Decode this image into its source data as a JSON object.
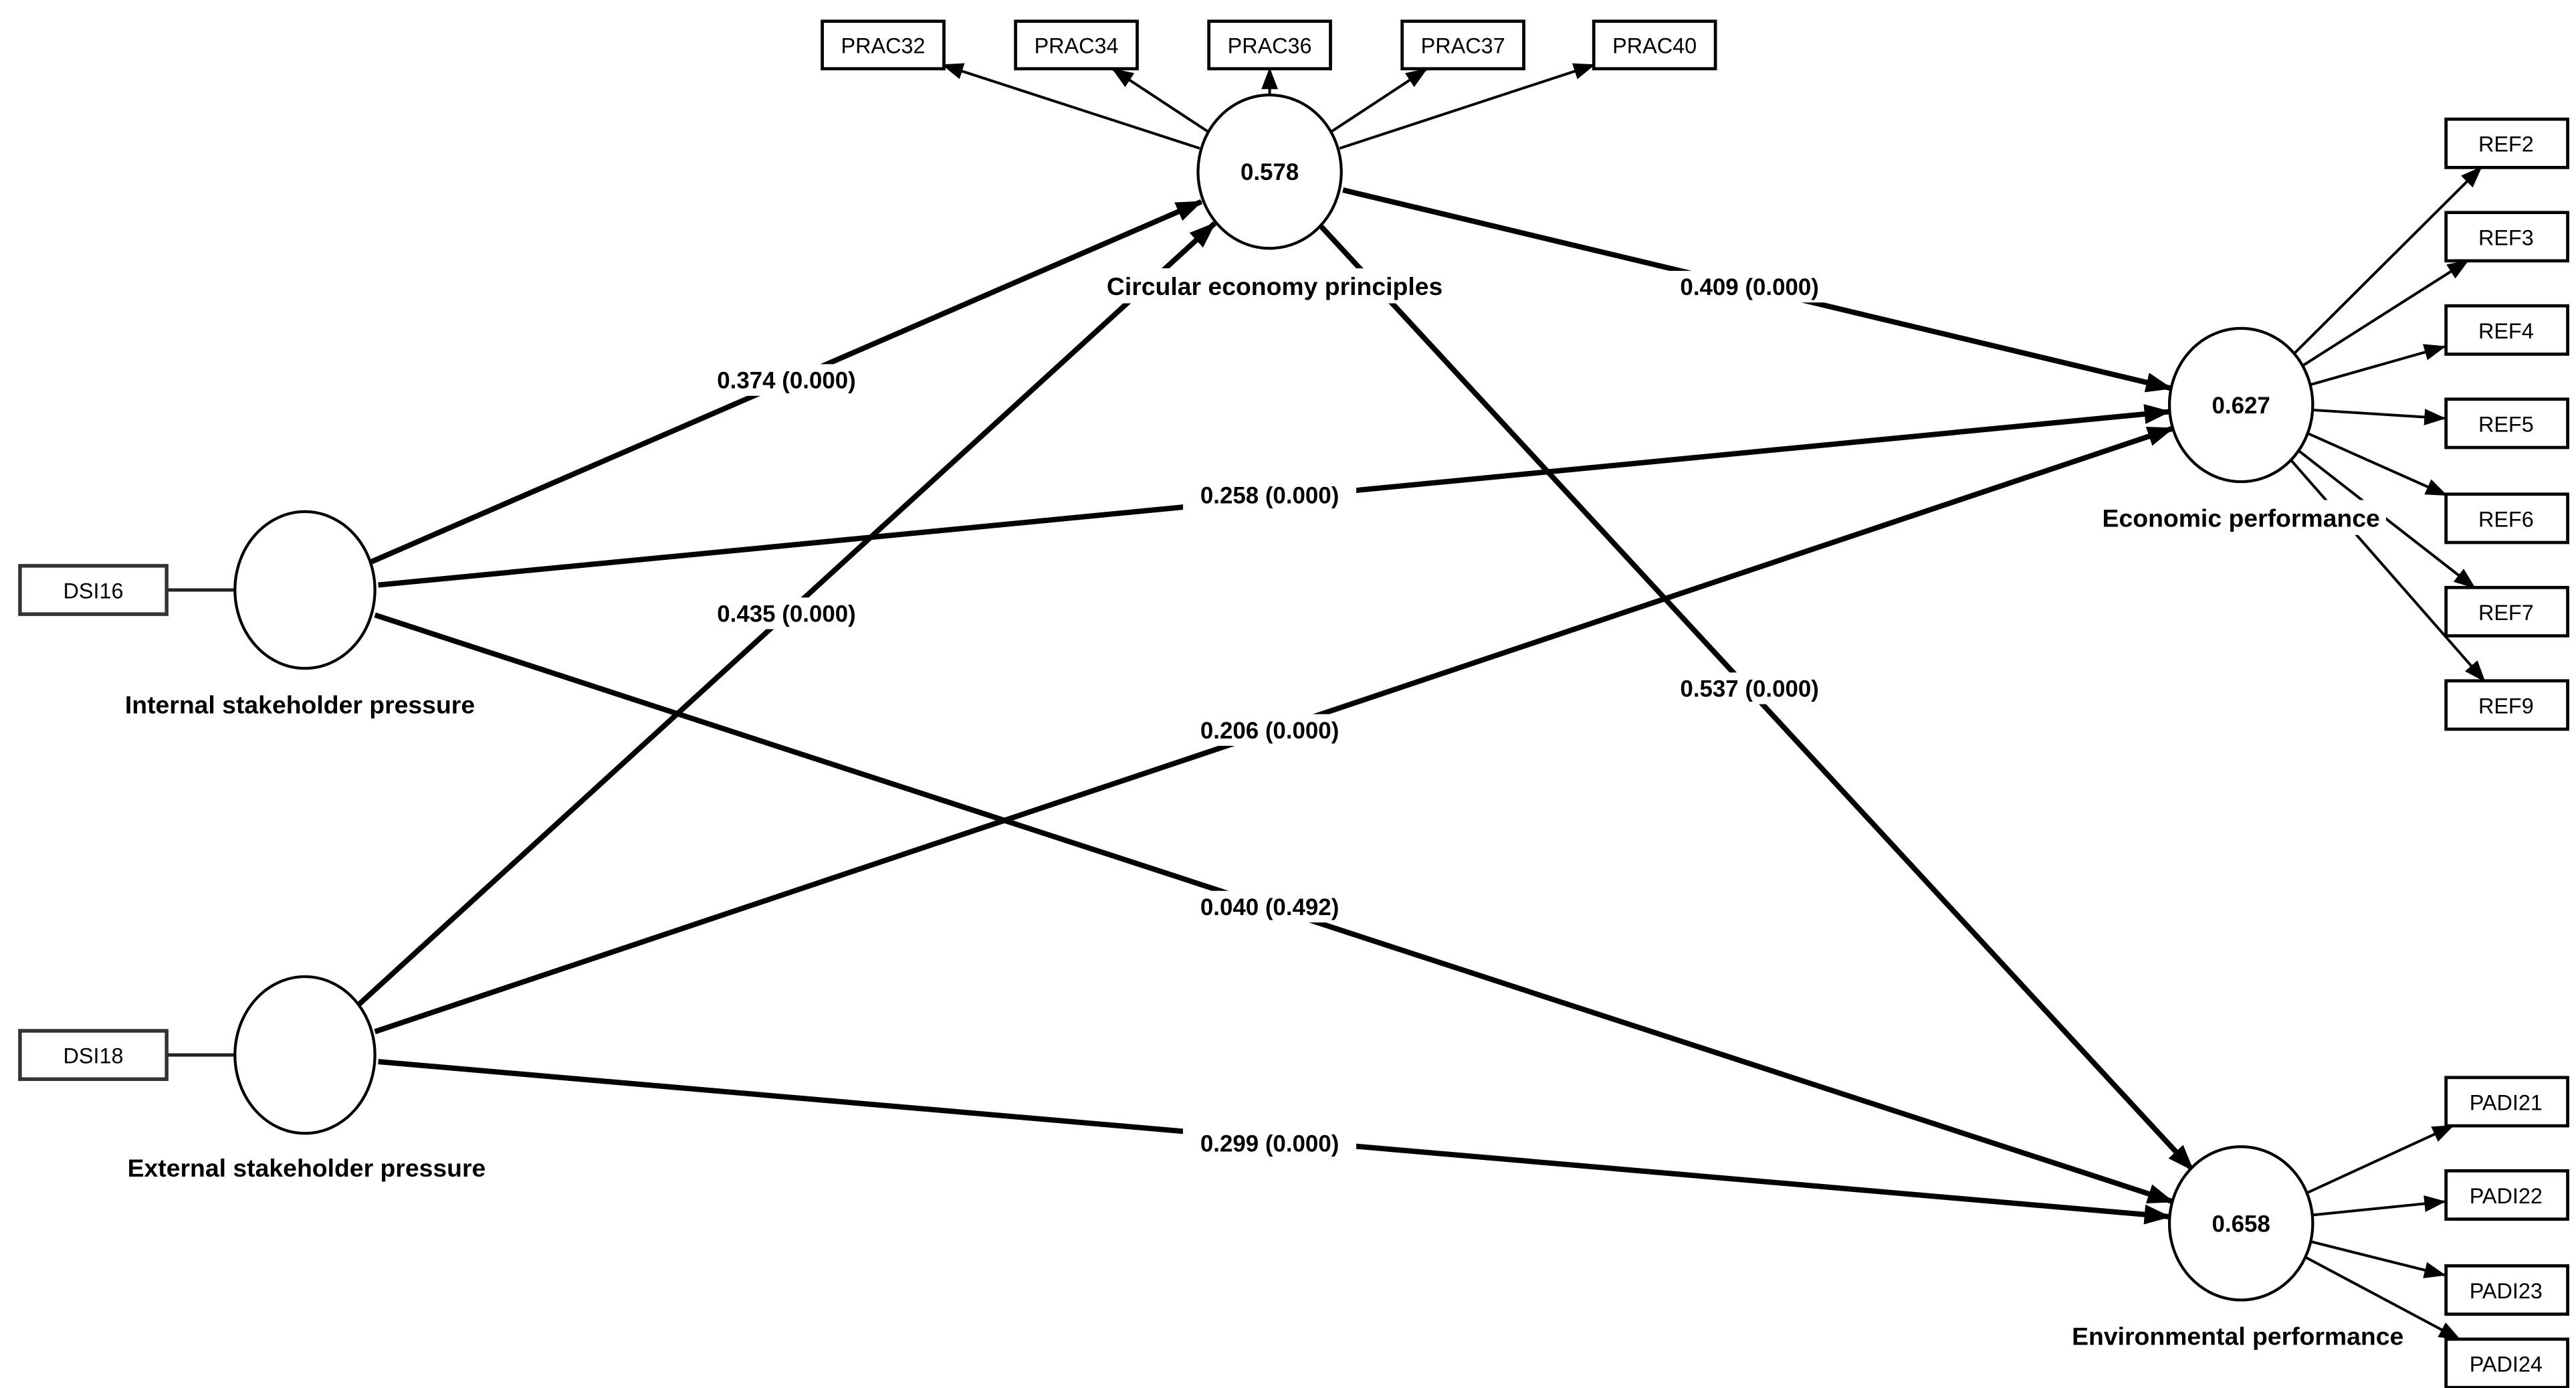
{
  "diagram": {
    "type": "structural-equation-model",
    "colors": {
      "line": "#000000",
      "node_fill": "#ffffff",
      "text": "#000000",
      "background": "#ffffff"
    },
    "latent_variables": [
      {
        "id": "cep",
        "label": "Circular economy principles",
        "r2": "0.578"
      },
      {
        "id": "internal",
        "label": "Internal stakeholder pressure",
        "r2": ""
      },
      {
        "id": "external",
        "label": "External stakeholder pressure",
        "r2": ""
      },
      {
        "id": "economic",
        "label": "Economic performance",
        "r2": "0.627"
      },
      {
        "id": "environmental",
        "label": "Environmental performance",
        "r2": "0.658"
      }
    ],
    "indicators": {
      "cep": [
        "PRAC32",
        "PRAC34",
        "PRAC36",
        "PRAC37",
        "PRAC40"
      ],
      "internal": [
        "DSI16"
      ],
      "external": [
        "DSI18"
      ],
      "economic": [
        "REF2",
        "REF3",
        "REF4",
        "REF5",
        "REF6",
        "REF7",
        "REF9"
      ],
      "environmental": [
        "PADI21",
        "PADI22",
        "PADI23",
        "PADI24"
      ]
    },
    "paths": [
      {
        "from": "Internal stakeholder pressure",
        "to": "Circular economy principles",
        "coefficient": "0.374 (0.000)"
      },
      {
        "from": "External stakeholder pressure",
        "to": "Circular economy principles",
        "coefficient": "0.435 (0.000)"
      },
      {
        "from": "Internal stakeholder pressure",
        "to": "Economic performance",
        "coefficient": "0.258 (0.000)"
      },
      {
        "from": "External stakeholder pressure",
        "to": "Economic performance",
        "coefficient": "0.206 (0.000)"
      },
      {
        "from": "Internal stakeholder pressure",
        "to": "Environmental performance",
        "coefficient": "0.040 (0.492)"
      },
      {
        "from": "External stakeholder pressure",
        "to": "Environmental performance",
        "coefficient": "0.299 (0.000)"
      },
      {
        "from": "Circular economy principles",
        "to": "Economic performance",
        "coefficient": "0.409 (0.000)"
      },
      {
        "from": "Circular economy principles",
        "to": "Environmental performance",
        "coefficient": "0.537 (0.000)"
      }
    ]
  }
}
